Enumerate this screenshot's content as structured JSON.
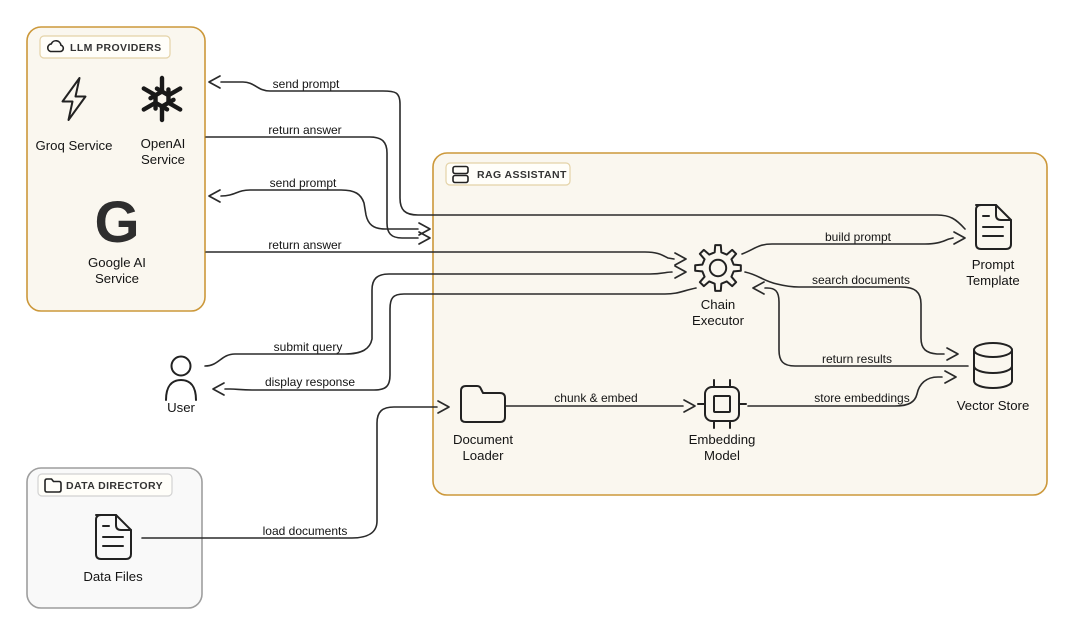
{
  "containers": {
    "llm": {
      "label": "LLM PROVIDERS"
    },
    "rag": {
      "label": "RAG ASSISTANT"
    },
    "data": {
      "label": "DATA DIRECTORY"
    }
  },
  "nodes": {
    "groq": {
      "line1": "Groq Service"
    },
    "openai": {
      "line1": "OpenAI",
      "line2": "Service"
    },
    "google": {
      "line1": "Google AI",
      "line2": "Service",
      "logo_letter": "G"
    },
    "user": {
      "line1": "User"
    },
    "chain": {
      "line1": "Chain",
      "line2": "Executor"
    },
    "prompt": {
      "line1": "Prompt",
      "line2": "Template"
    },
    "vector": {
      "line1": "Vector Store"
    },
    "loader": {
      "line1": "Document",
      "line2": "Loader"
    },
    "embedding": {
      "line1": "Embedding",
      "line2": "Model"
    },
    "datafiles": {
      "line1": "Data Files"
    }
  },
  "edges": {
    "send_prompt_openai": "send prompt",
    "return_answer_openai": "return answer",
    "send_prompt_google": "send prompt",
    "return_answer_google": "return answer",
    "submit_query": "submit query",
    "display_response": "display response",
    "load_documents": "load documents",
    "chunk_embed": "chunk & embed",
    "build_prompt": "build prompt",
    "search_documents": "search documents",
    "return_results": "return results",
    "store_embeddings": "store embeddings"
  },
  "colors": {
    "accent_border": "#CC983A",
    "container_fill": "#FAF7EF",
    "badge_border": "#E4D3A8",
    "gray_border": "#9E9E9E",
    "gray_fill": "#F9F9F9",
    "line": "#2A2A2A",
    "text": "#141414"
  }
}
